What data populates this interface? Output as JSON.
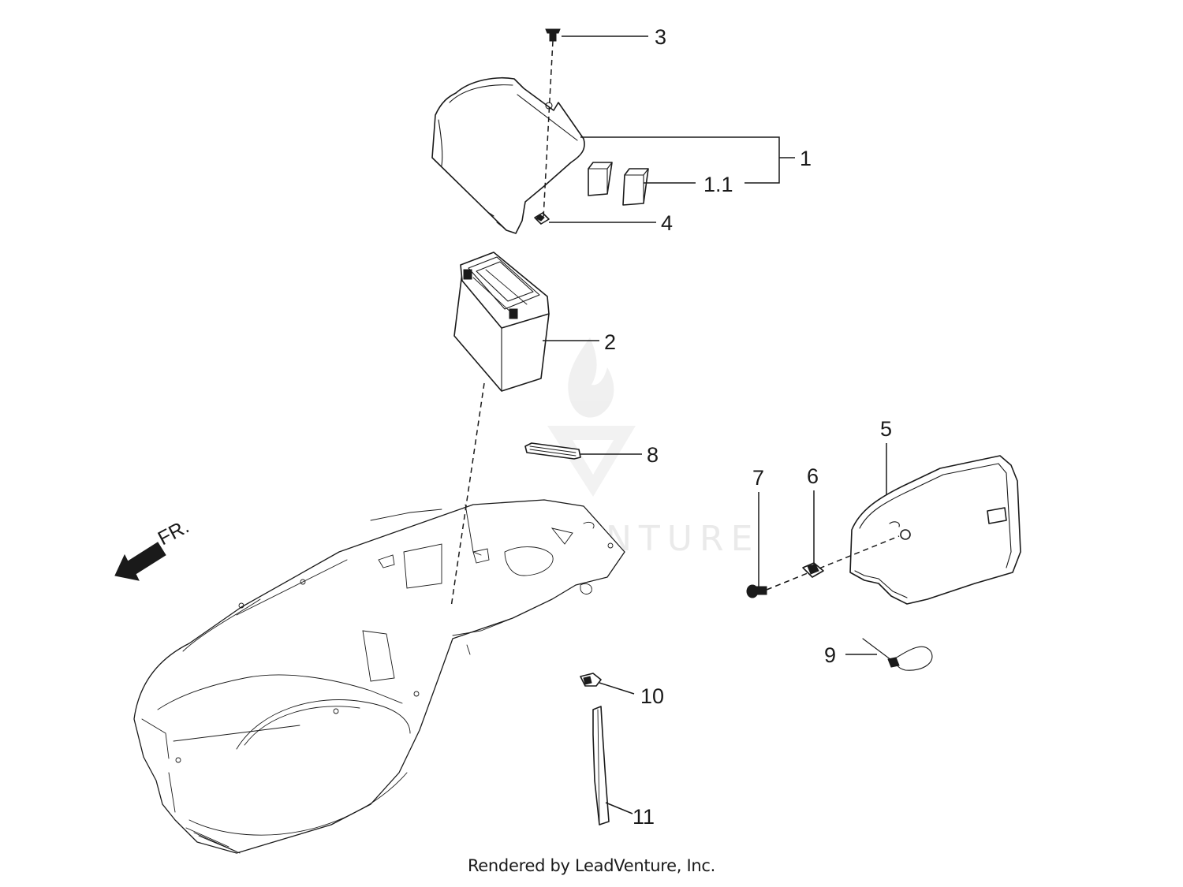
{
  "diagram": {
    "callouts": [
      {
        "id": "c1",
        "label": "1"
      },
      {
        "id": "c1_1",
        "label": "1.1"
      },
      {
        "id": "c2",
        "label": "2"
      },
      {
        "id": "c3",
        "label": "3"
      },
      {
        "id": "c4",
        "label": "4"
      },
      {
        "id": "c5",
        "label": "5"
      },
      {
        "id": "c6",
        "label": "6"
      },
      {
        "id": "c7",
        "label": "7"
      },
      {
        "id": "c8",
        "label": "8"
      },
      {
        "id": "c9",
        "label": "9"
      },
      {
        "id": "c10",
        "label": "10"
      },
      {
        "id": "c11",
        "label": "11"
      }
    ],
    "direction_label": "FR.",
    "watermark": "LEADVENTURE",
    "credit": "Rendered by LeadVenture, Inc."
  }
}
